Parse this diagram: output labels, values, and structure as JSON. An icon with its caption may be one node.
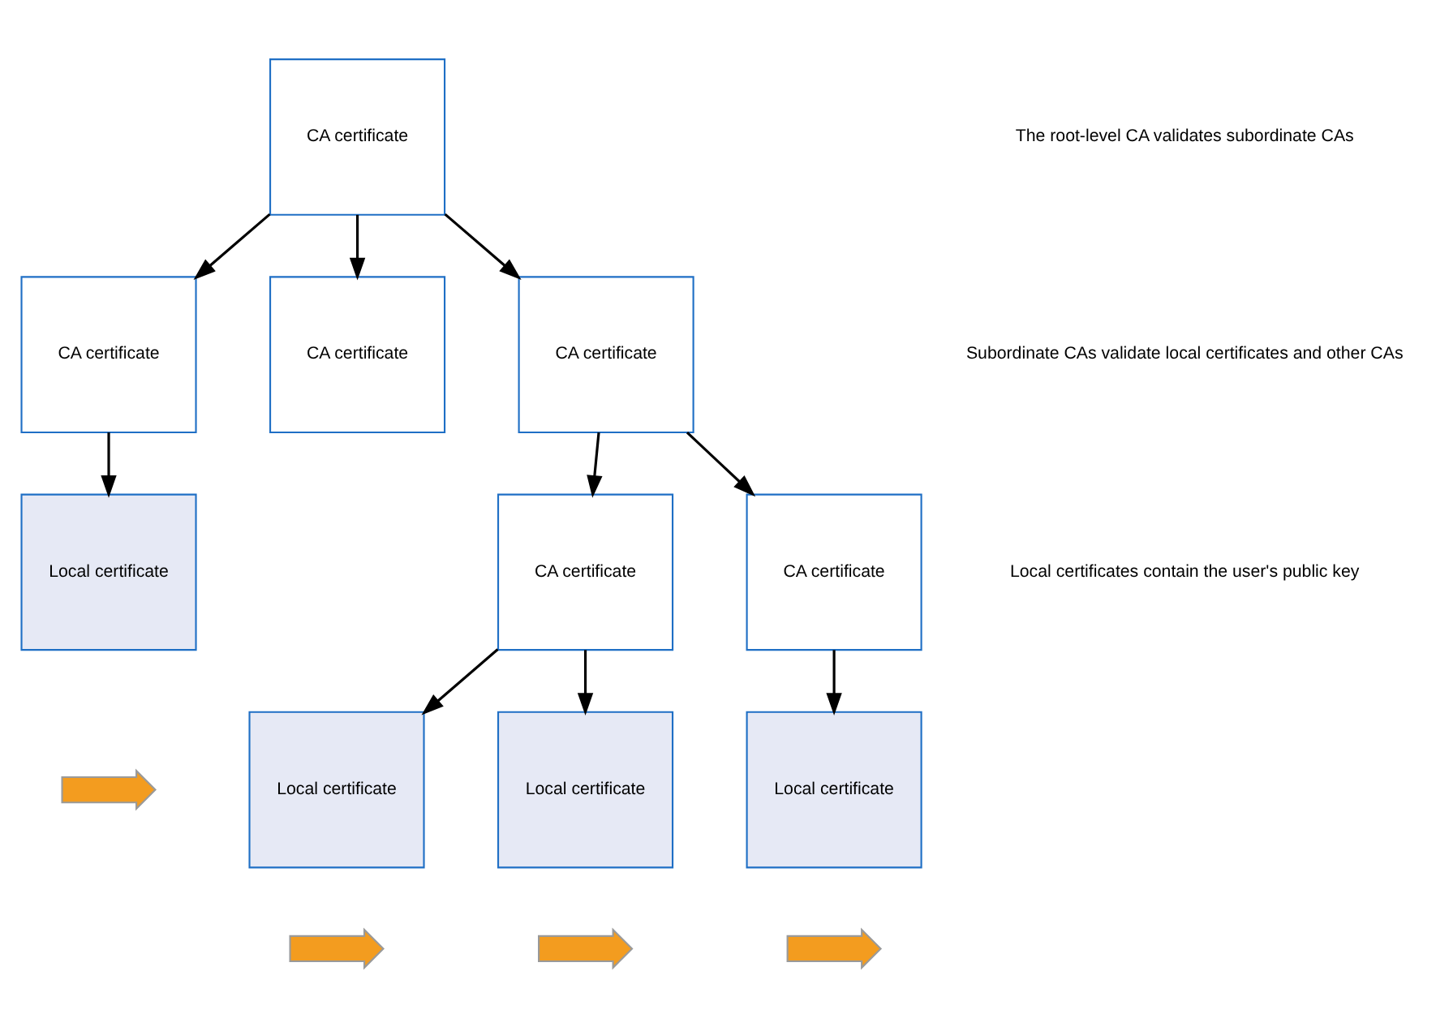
{
  "diagram": {
    "nodes": [
      {
        "text": [
          "CA certificate"
        ]
      },
      {
        "text": [
          "CA certificate"
        ]
      },
      {
        "text": [
          "CA certificate"
        ]
      },
      {
        "text": [
          "CA certificate"
        ]
      },
      {
        "text": [
          "Local certificate"
        ]
      },
      {
        "text": [
          "CA certificate"
        ]
      },
      {
        "text": [
          "CA certificate"
        ]
      },
      {
        "text": [
          "Local certificate"
        ]
      },
      {
        "text": [
          "Local certificate"
        ]
      },
      {
        "text": [
          "Local certificate"
        ]
      },
      {
        "text": [],
        "shape": "picture"
      },
      {
        "text": [],
        "shape": "picture"
      },
      {
        "text": [],
        "shape": "picture"
      },
      {
        "text": [],
        "shape": "picture"
      }
    ],
    "edges": [
      {
        "from": 0,
        "to": 1,
        "arrow": "to"
      },
      {
        "from": 0,
        "to": 2,
        "arrow": "to"
      },
      {
        "from": 0,
        "to": 3,
        "arrow": "to"
      },
      {
        "from": 1,
        "to": 4,
        "arrow": "to"
      },
      {
        "from": 3,
        "to": 5,
        "arrow": "to"
      },
      {
        "from": 3,
        "to": 6,
        "arrow": "to"
      },
      {
        "from": 5,
        "to": 7,
        "arrow": "to"
      },
      {
        "from": 5,
        "to": 8,
        "arrow": "to"
      },
      {
        "from": 6,
        "to": 9,
        "arrow": "to"
      }
    ],
    "labels": [
      "The root-level CA validates subordinate CAs",
      "Subordinate CAs validate local certificates and other CAs",
      "Local certificates contain the user's public key"
    ]
  }
}
